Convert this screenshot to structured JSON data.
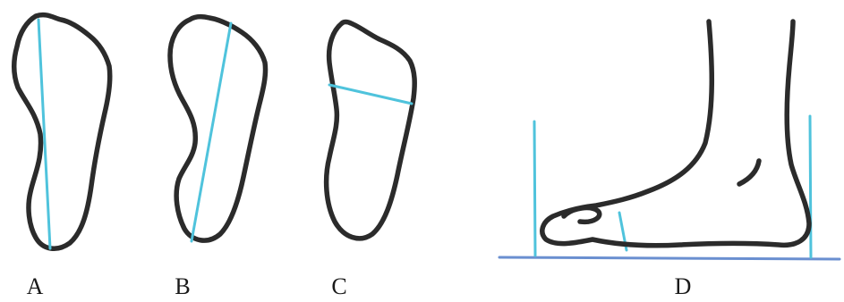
{
  "labels": {
    "a": "A",
    "b": "B",
    "c": "C",
    "d": "D"
  },
  "colors": {
    "outline": "#2b2b2b",
    "measure_line": "#4fc3dc",
    "ground_line": "#6a8fd0",
    "background": "#ffffff"
  }
}
